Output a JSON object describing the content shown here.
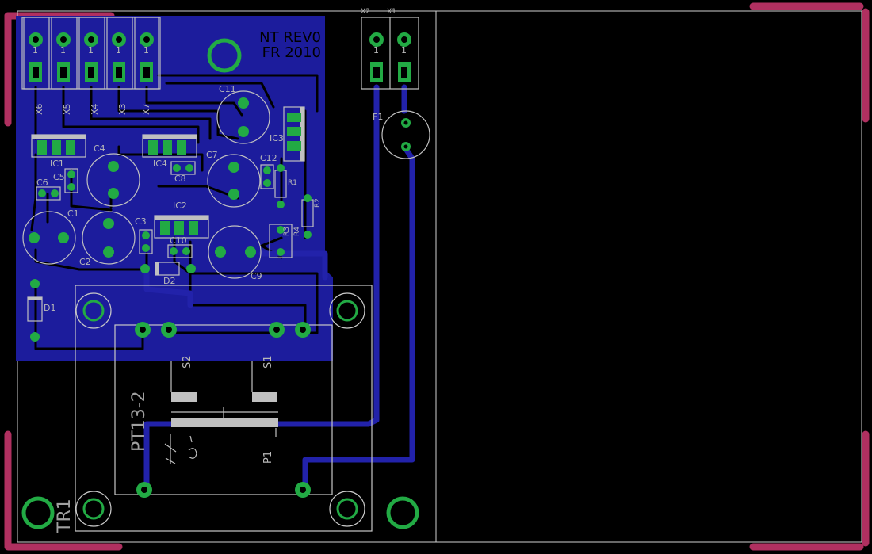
{
  "board": {
    "revision_lines": [
      "NT REV0",
      "FR 2010"
    ],
    "transformer": {
      "name": "TR1",
      "type": "PT13-2",
      "pins": [
        "S2",
        "S1",
        "P1"
      ]
    },
    "fuse": "F1",
    "connectors_left": [
      "X6",
      "X5",
      "X4",
      "X3",
      "X7"
    ],
    "connectors_right": [
      "X2",
      "X1"
    ],
    "pin_number": "1",
    "components": {
      "ic": [
        "IC1",
        "IC2",
        "IC3",
        "IC4"
      ],
      "capacitors": [
        "C1",
        "C2",
        "C3",
        "C4",
        "C5",
        "C6",
        "C7",
        "C8",
        "C9",
        "C10",
        "C11",
        "C12"
      ],
      "resistors": [
        "R1",
        "R2",
        "R3",
        "R4"
      ],
      "diodes": [
        "D1",
        "D2"
      ]
    }
  },
  "colors": {
    "background": "#000000",
    "copper_top": "#2222aa",
    "pad": "#22aa44",
    "silkscreen": "#c0c0c0",
    "board_corner": "#b03060"
  }
}
